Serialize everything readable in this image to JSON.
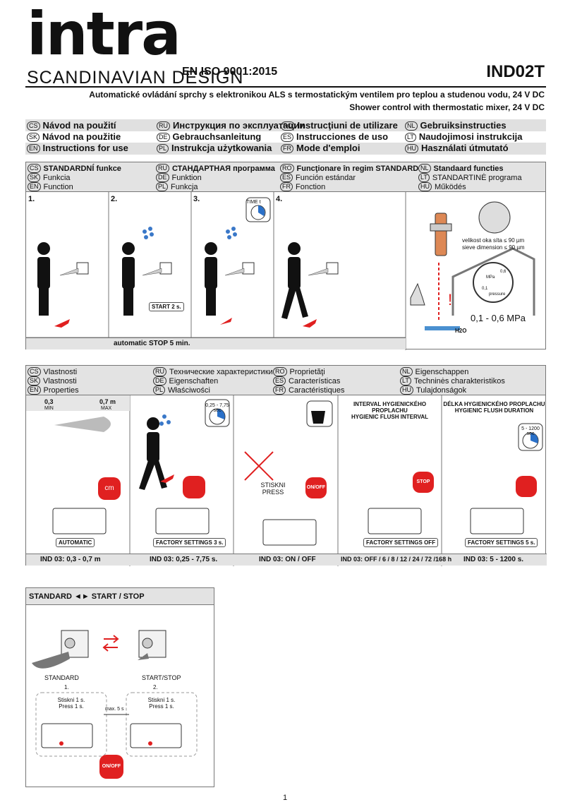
{
  "header": {
    "brand": "intra",
    "tagline": "SCANDINAVIAN DESIGN",
    "iso": "EN ISO 9001:2015",
    "model": "IND02T",
    "subtitle_cs": "Automatické ovládání sprchy s elektronikou ALS s termostatickým ventilem pro teplou a studenou vodu, 24 V DC",
    "subtitle_en": "Shower control with thermostatic mixer, 24 V DC"
  },
  "languages": [
    {
      "code": "CS",
      "text": "Návod na použití"
    },
    {
      "code": "RU",
      "text": "Инструкция по эксплуатации"
    },
    {
      "code": "RO",
      "text": "Instrucţiuni de utilizare"
    },
    {
      "code": "NL",
      "text": "Gebruiksinstructies"
    },
    {
      "code": "SK",
      "text": "Návod na použitie"
    },
    {
      "code": "DE",
      "text": "Gebrauchsanleitung"
    },
    {
      "code": "ES",
      "text": "Instrucciones de uso"
    },
    {
      "code": "LT",
      "text": "Naudojimosi instrukcija"
    },
    {
      "code": "EN",
      "text": "Instructions for use"
    },
    {
      "code": "PL",
      "text": "Instrukcja użytkowania"
    },
    {
      "code": "FR",
      "text": "Mode d'emploi"
    },
    {
      "code": "HU",
      "text": "Használati útmutató"
    }
  ],
  "func": {
    "heads": [
      {
        "code": "CS",
        "text": "STANDARDNÍ funkce"
      },
      {
        "code": "RU",
        "text": "СТАНДАРТНАЯ программа"
      },
      {
        "code": "RO",
        "text": "Funcţionare în regim STANDARD"
      },
      {
        "code": "NL",
        "text": "Standaard functies"
      },
      {
        "code": "SK",
        "text": "Funkcia"
      },
      {
        "code": "DE",
        "text": "Funktion"
      },
      {
        "code": "ES",
        "text": "Función estándar"
      },
      {
        "code": "LT",
        "text": "STANDARTINĖ programa"
      },
      {
        "code": "EN",
        "text": "Function"
      },
      {
        "code": "PL",
        "text": "Funkcja"
      },
      {
        "code": "FR",
        "text": "Fonction"
      },
      {
        "code": "HU",
        "text": "Működés"
      }
    ],
    "steps": [
      "1.",
      "2.",
      "3.",
      "4."
    ],
    "time": "TIME t",
    "start": "START 2 s.",
    "stop": "automatic STOP 5 min.",
    "mesh_cs": "velikost oka síta ≤ 90 µm",
    "mesh_en": "sieve dimension ≤ 90 µm",
    "pressure": "0,1 - 0,6 MPa",
    "h2o": "H2O",
    "gauge_unit": "MPa",
    "gauge_pressure": "pressure",
    "gauge_01": "0,1",
    "gauge_06": "0,6"
  },
  "props": {
    "heads": [
      {
        "code": "CS",
        "text": "Vlastnosti"
      },
      {
        "code": "RU",
        "text": "Технические характеристики"
      },
      {
        "code": "RO",
        "text": "Proprietăţi"
      },
      {
        "code": "NL",
        "text": "Eigenschappen"
      },
      {
        "code": "SK",
        "text": "Vlastnosti"
      },
      {
        "code": "DE",
        "text": "Eigenschaften"
      },
      {
        "code": "ES",
        "text": "Características"
      },
      {
        "code": "LT",
        "text": "Techninės charakteristikos"
      },
      {
        "code": "EN",
        "text": "Properties"
      },
      {
        "code": "PL",
        "text": "Właściwości"
      },
      {
        "code": "FR",
        "text": "Caractéristiques"
      },
      {
        "code": "HU",
        "text": "Tulajdonságok"
      }
    ],
    "range_min": "0,3",
    "range_max": "0,7 m",
    "min": "MIN",
    "max": "MAX",
    "timer2": "0,25 - 7,75 sec",
    "cm": "cm",
    "press_cs": "STISKNI",
    "press_en": "PRESS",
    "onoff": "ON/OFF",
    "stop": "STOP",
    "interval_title": "INTERVAL HYGIENICKÉHO PROPLACHU",
    "interval_en": "HYGIENIC FLUSH INTERVAL",
    "duration_title": "DÉLKA HYGIENICKÉHO PROPLACHU",
    "duration_en": "HYGIENIC FLUSH DURATION",
    "timer5": "5 - 1200 sec",
    "labels": [
      "AUTOMATIC",
      "FACTORY SETTINGS 3 s.",
      "",
      "FACTORY SETTINGS OFF",
      "FACTORY SETTINGS 5 s."
    ],
    "bottom": [
      "IND 03: 0,3 - 0,7 m",
      "IND 03: 0,25 - 7,75 s.",
      "IND 03: ON / OFF",
      "IND 03: OFF / 6 / 8 / 12 / 24 / 72 /168 h",
      "IND 03:  5 - 1200 s."
    ]
  },
  "ss": {
    "title": "STANDARD ◄► START / STOP",
    "standard": "STANDARD",
    "startstop": "START/STOP",
    "n1": "1.",
    "n2": "2.",
    "press_cs": "Stiskni 1 s.",
    "press_en": "Press 1 s.",
    "max": "max. 5 s",
    "onoff": "ON/OFF"
  },
  "page_num": "1"
}
